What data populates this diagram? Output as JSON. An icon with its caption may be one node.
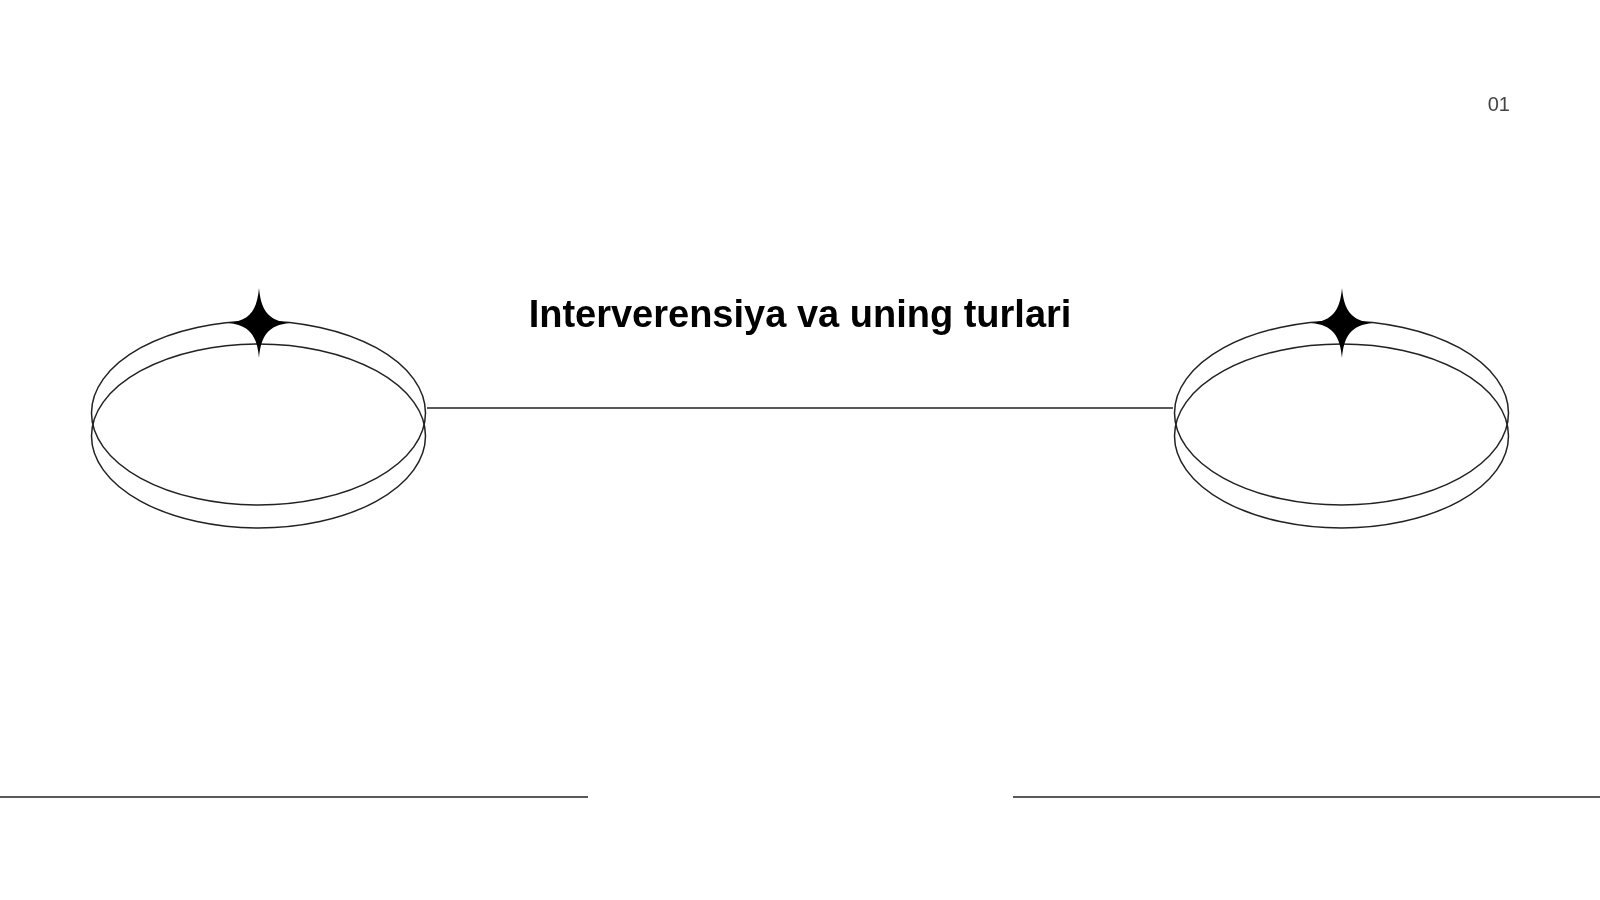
{
  "diagram": {
    "title": "Interverensiya va uning turlari",
    "nodes": [
      {
        "text": [],
        "shape": "ellipse"
      },
      {
        "text": [],
        "shape": "ellipse"
      }
    ],
    "edges": [
      {
        "from": 0,
        "to": 1,
        "arrow": "none"
      }
    ],
    "labels": [
      "01"
    ]
  }
}
